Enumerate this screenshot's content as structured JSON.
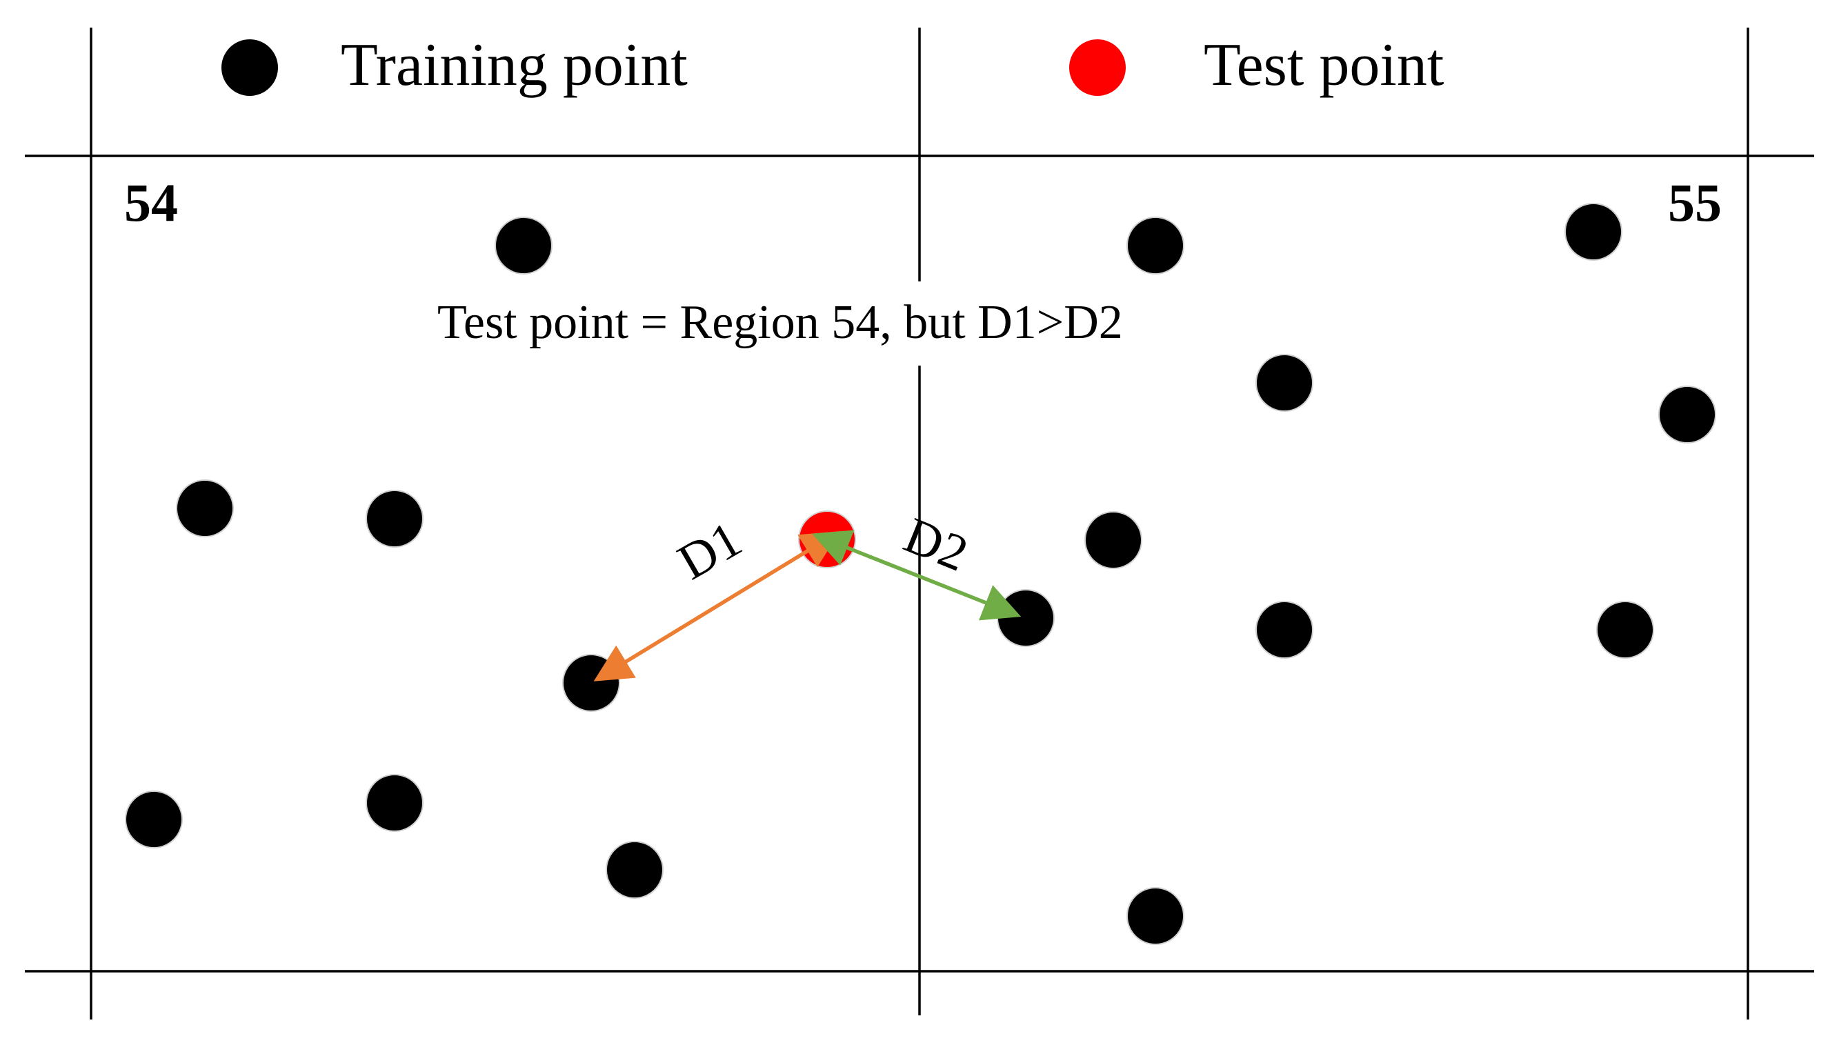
{
  "legend": {
    "training_label": "Training point",
    "test_label": "Test point"
  },
  "regions": {
    "left_label": "54",
    "right_label": "55"
  },
  "annotation": "Test point = Region 54, but D1>D2",
  "distances": {
    "d1_label": "D1",
    "d2_label": "D2"
  },
  "colors": {
    "training_point": "#000000",
    "test_point": "#ff0000",
    "d1_arrow": "#ed7d31",
    "d2_arrow": "#70ad47",
    "grid": "#000000"
  }
}
